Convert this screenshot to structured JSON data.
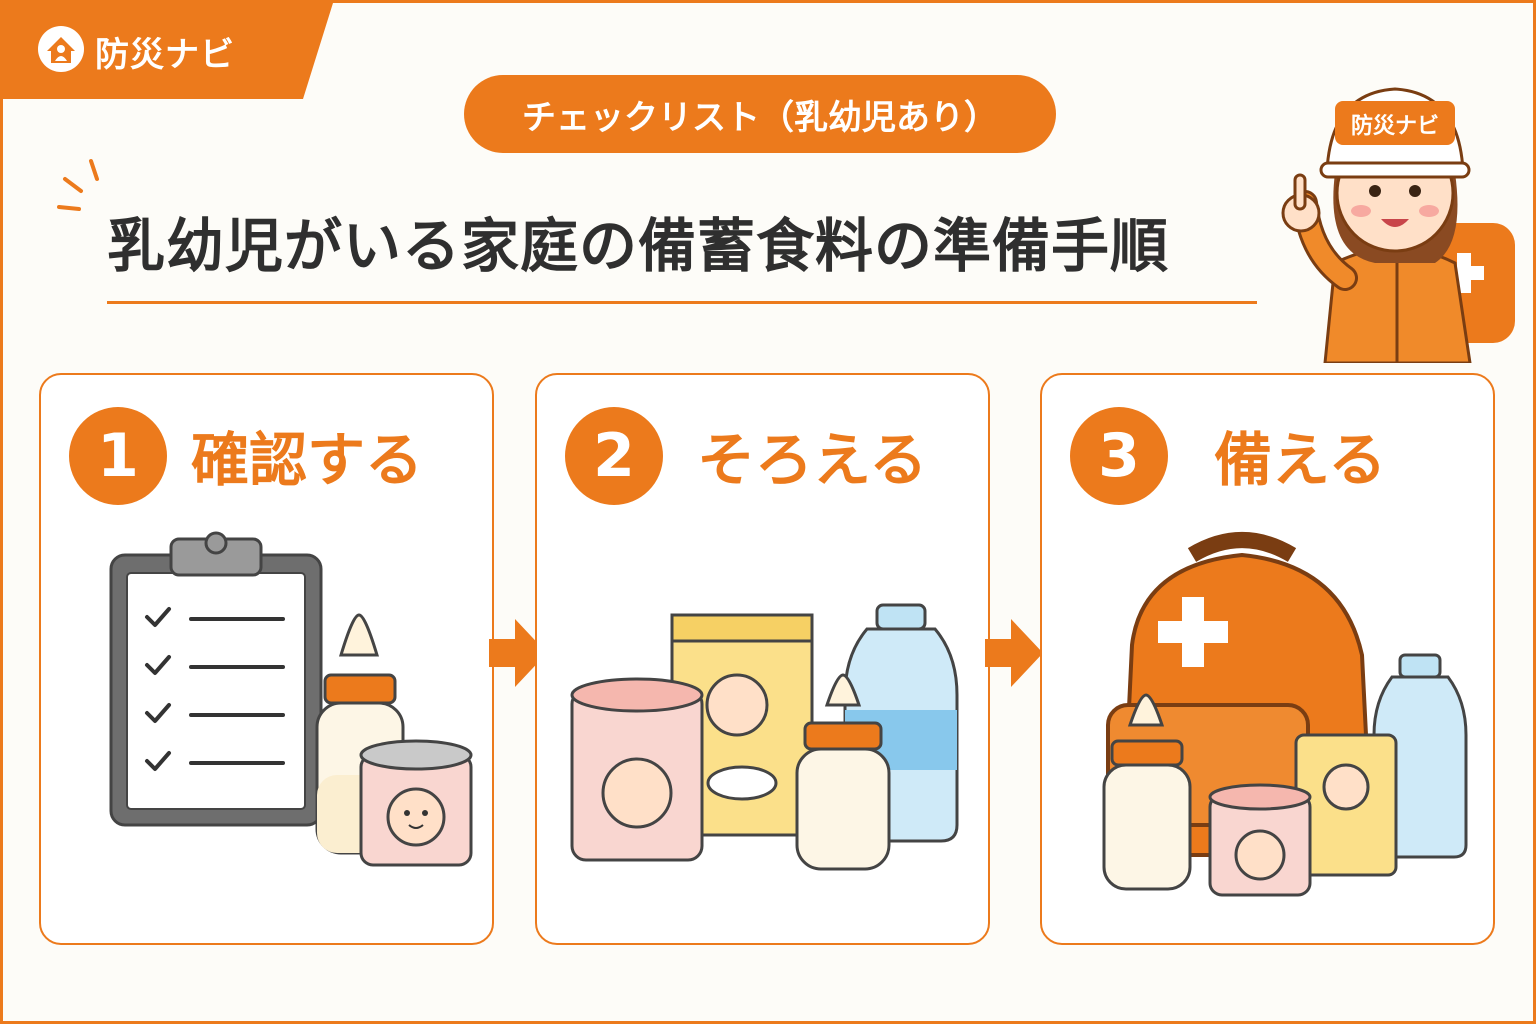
{
  "brand": {
    "name": "防災ナビ",
    "helmet_text": "防災ナビ"
  },
  "header": {
    "badge": "チェックリスト（乳幼児あり）",
    "title": "乳幼児がいる家庭の備蓄食料の準備手順"
  },
  "steps": [
    {
      "number": "1",
      "label": "確認する"
    },
    {
      "number": "2",
      "label": "そろえる"
    },
    {
      "number": "3",
      "label": "備える"
    }
  ],
  "colors": {
    "accent": "#ec7a1c",
    "text": "#2f2f2f",
    "background": "#fdfcf8"
  }
}
